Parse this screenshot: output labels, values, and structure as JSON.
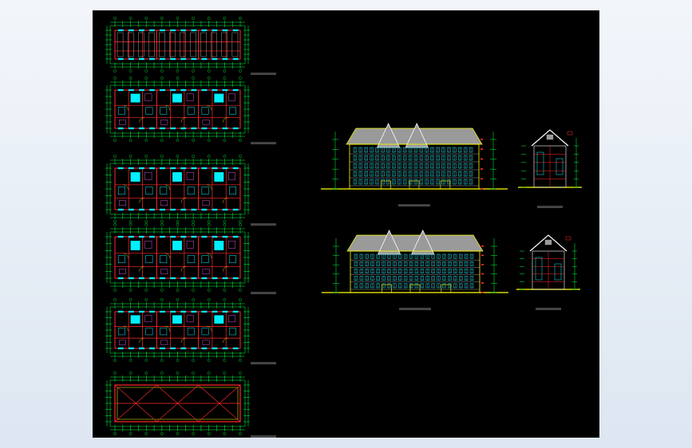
{
  "app": {
    "window_background": "#eaf0f8"
  },
  "drawing": {
    "background": "#000000",
    "colors": {
      "wall": "#ff2a2a",
      "dimension": "#00ff3c",
      "glazing": "#00f0ff",
      "roof": "#9a9a9a",
      "outline": "#ffff00",
      "furniture": "#ff66ff",
      "white": "#ffffff"
    },
    "plans": [
      {
        "id": "plan-1"
      },
      {
        "id": "plan-2"
      },
      {
        "id": "plan-3"
      },
      {
        "id": "plan-4"
      },
      {
        "id": "plan-5"
      },
      {
        "id": "plan-roof"
      }
    ],
    "elevations": [
      {
        "id": "front-elevation"
      },
      {
        "id": "side-elevation-1"
      },
      {
        "id": "rear-elevation"
      },
      {
        "id": "side-elevation-2"
      }
    ]
  }
}
